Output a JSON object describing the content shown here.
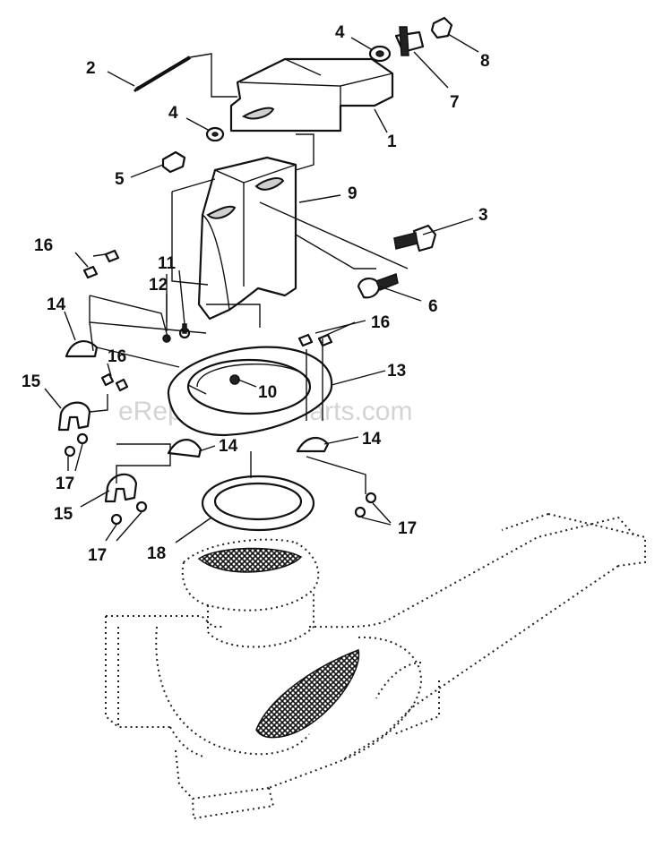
{
  "watermark": "eReplacementParts.com",
  "callouts": [
    {
      "id": "c2a",
      "text": "2"
    },
    {
      "id": "c4a",
      "text": "4"
    },
    {
      "id": "c8",
      "text": "8"
    },
    {
      "id": "c7",
      "text": "7"
    },
    {
      "id": "c4b",
      "text": "4"
    },
    {
      "id": "c1",
      "text": "1"
    },
    {
      "id": "c5",
      "text": "5"
    },
    {
      "id": "c9",
      "text": "9"
    },
    {
      "id": "c3",
      "text": "3"
    },
    {
      "id": "c16a",
      "text": "16"
    },
    {
      "id": "c11",
      "text": "11"
    },
    {
      "id": "c12",
      "text": "12"
    },
    {
      "id": "c6",
      "text": "6"
    },
    {
      "id": "c14a",
      "text": "14"
    },
    {
      "id": "c16b",
      "text": "16"
    },
    {
      "id": "c16c",
      "text": "16"
    },
    {
      "id": "c15a",
      "text": "15"
    },
    {
      "id": "c10",
      "text": "10"
    },
    {
      "id": "c13",
      "text": "13"
    },
    {
      "id": "c14b",
      "text": "14"
    },
    {
      "id": "c14c",
      "text": "14"
    },
    {
      "id": "c17a",
      "text": "17"
    },
    {
      "id": "c15b",
      "text": "15"
    },
    {
      "id": "c17b",
      "text": "17"
    },
    {
      "id": "c18",
      "text": "18"
    },
    {
      "id": "c17c",
      "text": "17"
    }
  ]
}
